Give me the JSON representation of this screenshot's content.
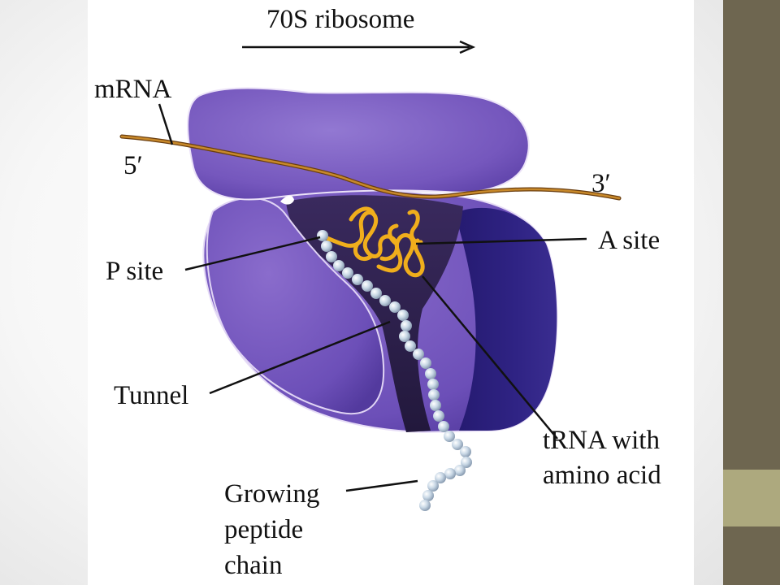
{
  "title": "70S ribosome",
  "labels": {
    "mrna": "mRNA",
    "five_prime": "5′",
    "three_prime": "3′",
    "a_site": "A site",
    "p_site": "P site",
    "tunnel": "Tunnel",
    "trna_line1": "tRNA with",
    "trna_line2": "amino acid",
    "peptide_line1": "Growing",
    "peptide_line2": "peptide",
    "peptide_line3": "chain"
  },
  "colors": {
    "ribosome_light": "#7a5cc0",
    "ribosome_dark": "#2b1f78",
    "channel": "#2a1e48",
    "mrna": "#b87a20",
    "trna": "#f0ae1c",
    "amino_acid_bead": "#bfcfe0",
    "side_band": "#6e6650",
    "side_band_accent": "#ada97e"
  }
}
